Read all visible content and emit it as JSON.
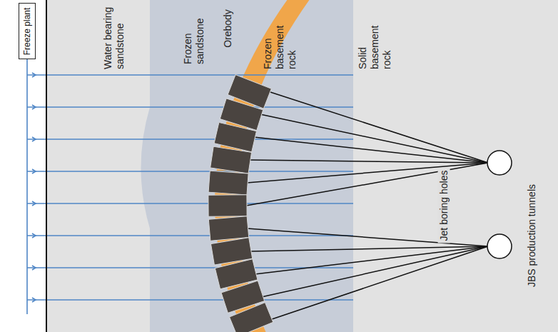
{
  "diagram": {
    "nodes": [
      {
        "text": [
          "Freeze plant"
        ]
      }
    ],
    "labels": [
      "Water bearing sandstone",
      "Frozen sandstone",
      "Orebody",
      "Frozen basement rock",
      "Solid basement rock",
      "Jet boring holes",
      "JBS production tunnels"
    ]
  }
}
